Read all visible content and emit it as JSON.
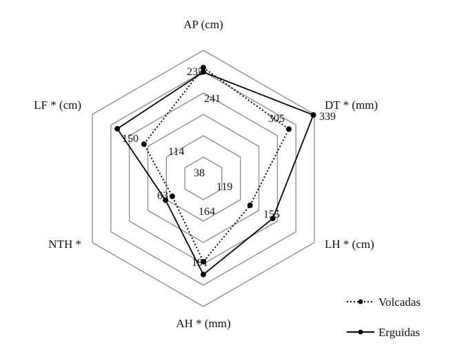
{
  "chart_data": {
    "type": "radar",
    "axes": [
      "AP (cm)",
      "DT * (mm)",
      "LH * (cm)",
      "AH * (mm)",
      "NTH *",
      "LF * (cm)"
    ],
    "rings": 6,
    "grid": true,
    "legend_position": "bottom-right",
    "colors": {
      "grid": "#8a8a8a",
      "series": "#000000"
    },
    "series": [
      {
        "name": "Volcadas",
        "style": "dotted",
        "values": [
          0.865,
          0.77,
          0.42,
          0.65,
          0.28,
          0.535
        ],
        "labels": [
          "241",
          "305",
          "119",
          "164",
          "38",
          "114"
        ]
      },
      {
        "name": "Erguidas",
        "style": "solid",
        "values": [
          0.83,
          0.99,
          0.625,
          0.75,
          0.34,
          0.775
        ],
        "labels": [
          "235",
          "339",
          "155",
          "191",
          "63",
          "150"
        ]
      }
    ]
  }
}
